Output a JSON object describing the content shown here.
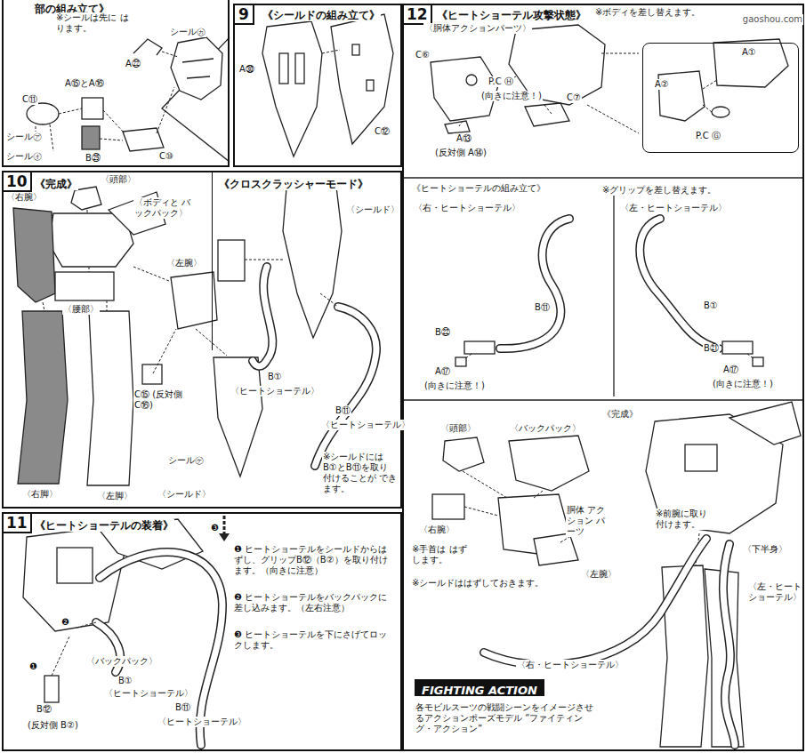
{
  "diagram": {
    "nodes": [
      {
        "text": [
          "部の組み立て》"
        ]
      },
      {
        "text": [
          "9",
          "《シールドの組み立て》"
        ]
      },
      {
        "text": [
          "10",
          "《完成》"
        ]
      },
      {
        "text": [
          "《クロスクラッシャーモード》"
        ],
        "in": 2
      },
      {
        "text": [
          "11",
          "《ヒートショーテルの装着》"
        ]
      },
      {
        "text": [
          "12",
          "《ヒートショーテル攻撃状態》"
        ]
      },
      {
        "text": [
          "A②",
          "A①",
          "P.C Ⓖ"
        ],
        "in": 5
      },
      {
        "text": [
          "FIGHTING ACTION"
        ],
        "in": 5
      }
    ],
    "labels": [
      "gaoshou.com",
      "※シールは先に はります。",
      "シール㋕",
      "A㉒",
      "A⑮とA⑯",
      "C⑪",
      "シール㋐",
      "シール㋔",
      "B㉕",
      "C⑩",
      "A㉚",
      "C⑫",
      "〈頭部〉",
      "〈右腕〉",
      "〈ボディと バックパック〉",
      "〈左腕〉",
      "〈腰部〉",
      "C⑮ (反対側 C⑯)",
      "シール㋘",
      "〈シールド〉",
      "〈右脚〉",
      "〈左脚〉",
      "〈シールド〉",
      "B①",
      "〈ヒートショーテル〉",
      "B⑪",
      "〈ヒートショーテル〉",
      "※シールドには B①とB⑪を取り 付けることが できます。",
      "❸",
      "❷",
      "❶",
      "❶ ヒートショーテルをシールドからはずし、グリップB⑫（B②）を取り付けます。（向きに注意）",
      "❷ ヒートショーテルをバックパックに差し込みます。（左右注意）",
      "❸ ヒートショーテルを下にさげてロックします。",
      "〈バックパック〉",
      "B①",
      "〈ヒートショーテル〉",
      "B⑪",
      "〈ヒートショーテル〉",
      "B⑫",
      "(反対側 B②)",
      "※ボディを差し替えます。",
      "〈胴体アクションパーツ〉",
      "C⑥",
      "P.C Ⓗ",
      "(向きに注意！)",
      "C⑦",
      "A⑬",
      "(反対側 A⑭)",
      "《ヒートショーテルの組み立て》",
      "※グリップを差し替えます。",
      "〈右・ヒートショーテル〉",
      "〈左・ヒートショーテル〉",
      "B⑪",
      "B㉒",
      "A⑰",
      "(向きに注意！)",
      "B①",
      "B㉑",
      "A⑰",
      "(向きに注意！)",
      "《完成》",
      "〈頭部〉",
      "〈バックパック〉",
      "〈右腕〉",
      "胴体 アクション パーツ",
      "〈左腕〉",
      "※手首は はずします。",
      "※シールドははずしておきます。",
      "※前腕に取り 付けます。",
      "〈下半身〉",
      "〈左・ヒート ショーテル〉",
      "〈右・ヒートショーテル〉",
      "各モビルスーツの戦闘シーンをイメージさせるアクションポーズモデル “ファイティング・アクション”"
    ]
  }
}
